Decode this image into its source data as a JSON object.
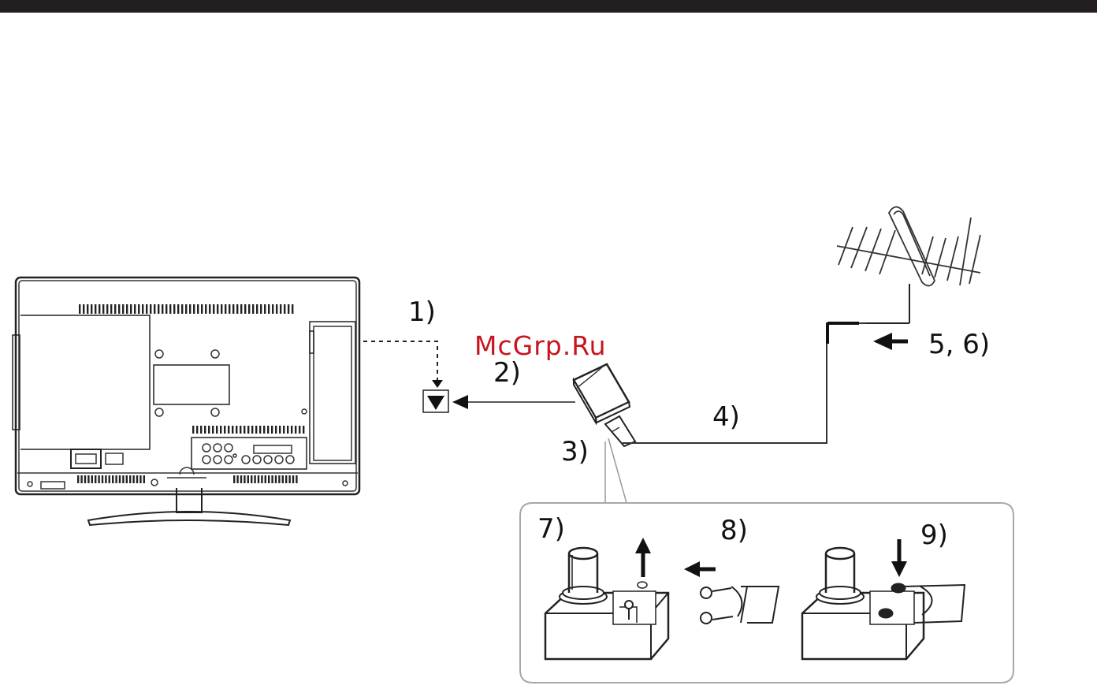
{
  "watermark": "McGrp.Ru",
  "labels": {
    "step1": "1)",
    "step2": "2)",
    "step3": "3)",
    "step4": "4)",
    "step56": "5, 6)",
    "step7": "7)",
    "step8": "8)",
    "step9": "9)"
  },
  "colors": {
    "ink": "#222222",
    "watermark": "#c8141e",
    "bar": "#231f20",
    "inset_border": "#a7a7a7"
  },
  "icons": [
    "tv-rear-icon",
    "rf-socket-icon",
    "antenna-plug-icon",
    "antenna-icon",
    "arrow-left-icon",
    "arrow-up-icon",
    "arrow-down-icon",
    "screw-terminal-icon",
    "cable-icon"
  ]
}
